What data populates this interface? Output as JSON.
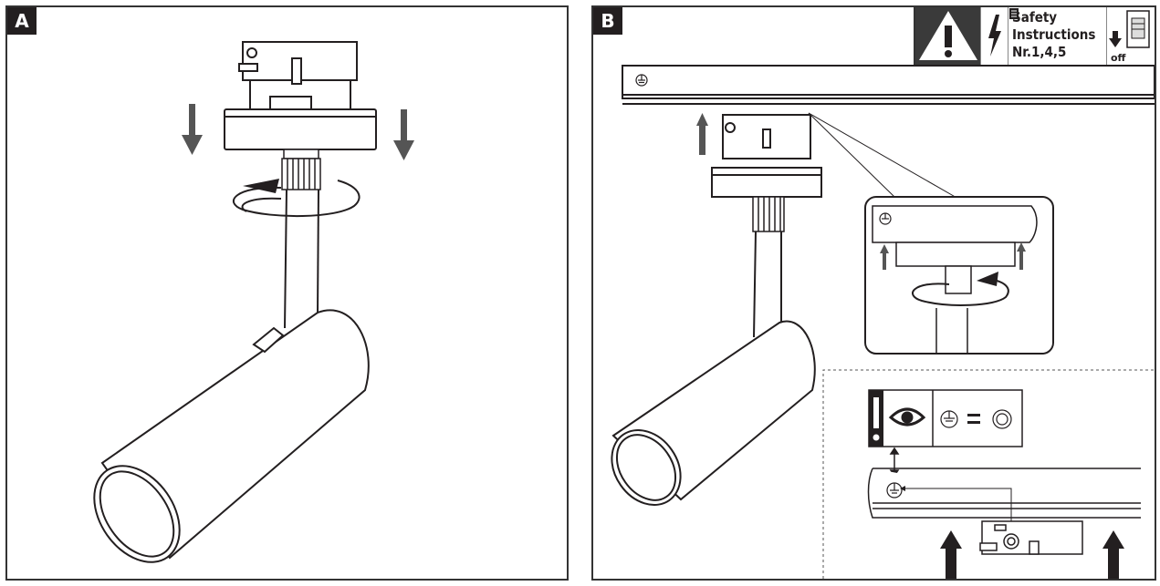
{
  "panels": {
    "a": {
      "label": "A"
    },
    "b": {
      "label": "B"
    }
  },
  "safety_box": {
    "line1": "Safety",
    "line2": "Instructions",
    "nr": "Nr.1,4,5",
    "off": "off"
  },
  "colors": {
    "ink": "#231f20",
    "arrow": "#555555",
    "warning_bg": "#3a3a3a"
  },
  "icons": [
    "warning-triangle-icon",
    "lightning-bolt-icon",
    "manual-icon",
    "switch-off-icon",
    "ground-symbol-icon",
    "eye-icon",
    "exclamation-icon",
    "ring-symbol-icon"
  ]
}
